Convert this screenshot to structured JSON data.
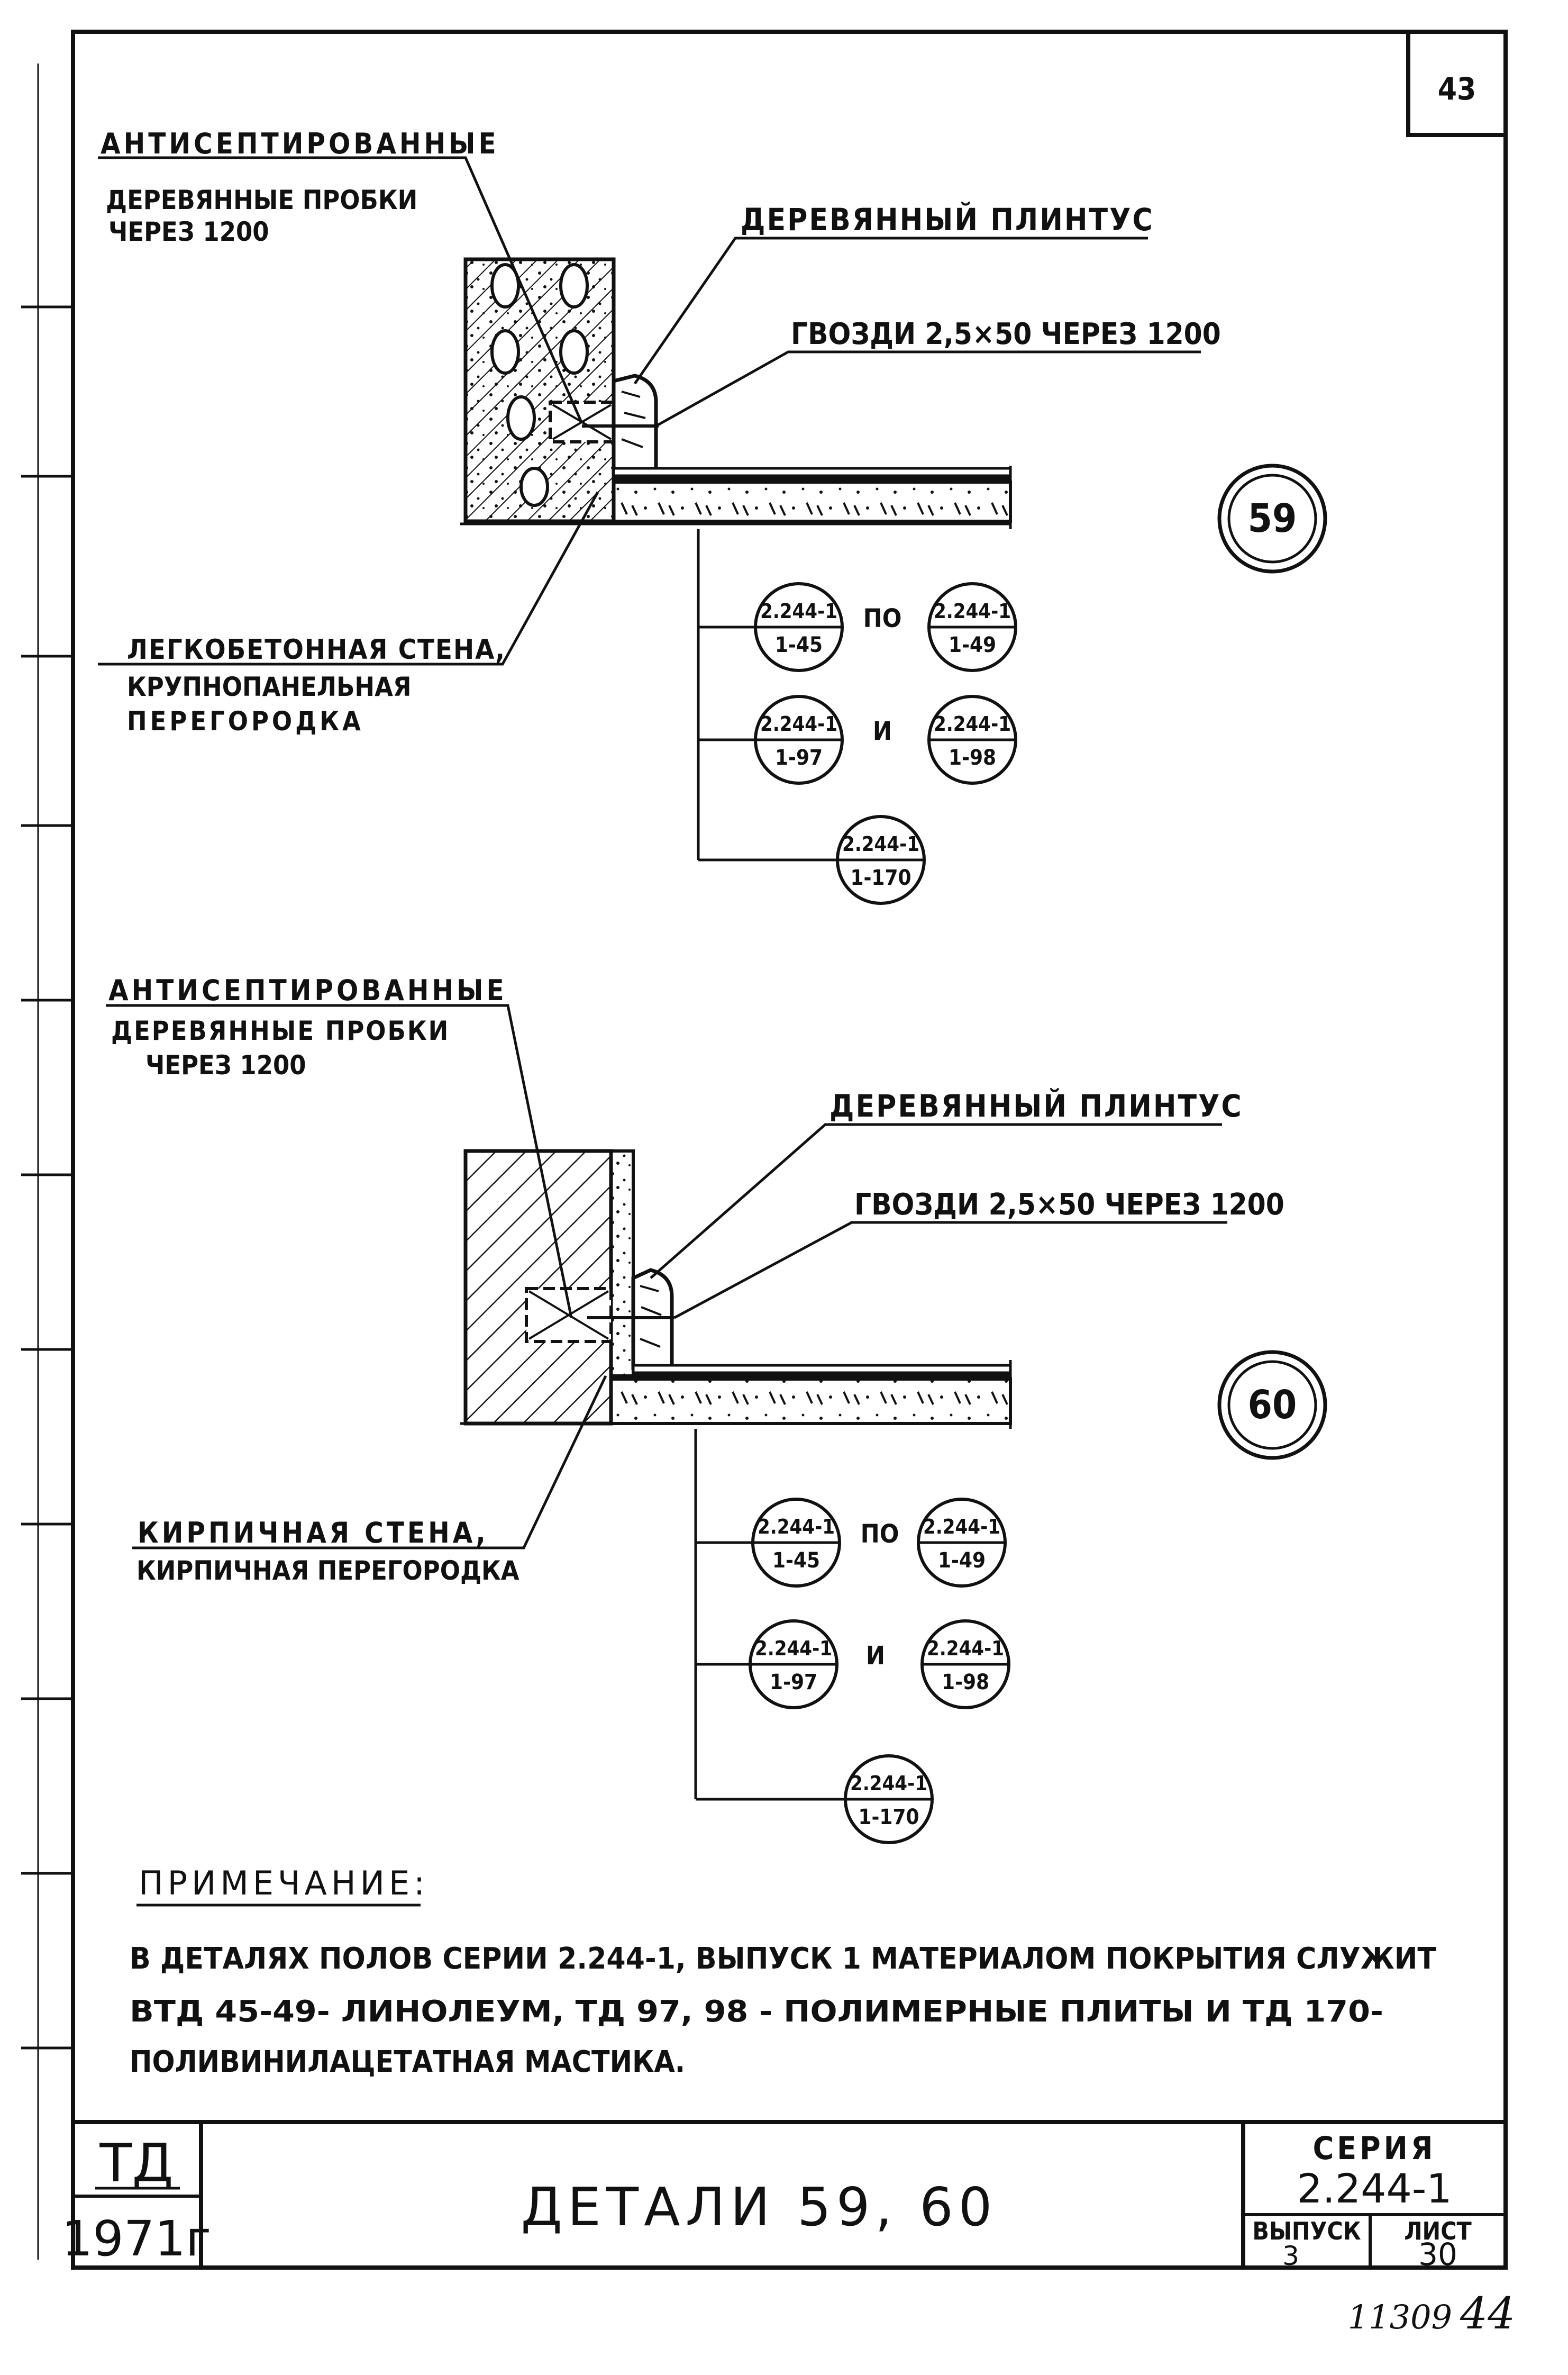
{
  "sheet_number": "43",
  "detail59": {
    "label_plugs_1": "АНТИСЕПТИРОВАННЫЕ",
    "label_plugs_2": "ДЕРЕВЯННЫЕ ПРОБКИ",
    "label_plugs_3": "ЧЕРЕЗ 1200",
    "label_plinth": "ДЕРЕВЯННЫЙ ПЛИНТУС",
    "label_nails": "ГВОЗДИ 2,5×50 ЧЕРЕЗ 1200",
    "label_wall_1": "ЛЕГКОБЕТОННАЯ СТЕНА,",
    "label_wall_2": "КРУПНОПАНЕЛЬНАЯ",
    "label_wall_3": "ПЕРЕГОРОДКА",
    "detail_number": "59",
    "refs": [
      {
        "top": "2.244-1",
        "bottom": "1-45"
      },
      {
        "top": "2.244-1",
        "bottom": "1-49"
      },
      {
        "top": "2.244-1",
        "bottom": "1-97"
      },
      {
        "top": "2.244-1",
        "bottom": "1-98"
      },
      {
        "top": "2.244-1",
        "bottom": "1-170"
      }
    ],
    "conj_po": "ПО",
    "conj_i": "И"
  },
  "detail60": {
    "label_plugs_1": "АНТИСЕПТИРОВАННЫЕ",
    "label_plugs_2": "ДЕРЕВЯННЫЕ ПРОБКИ",
    "label_plugs_3": "ЧЕРЕЗ 1200",
    "label_plinth": "ДЕРЕВЯННЫЙ ПЛИНТУС",
    "label_nails": "ГВОЗДИ 2,5×50 ЧЕРЕЗ 1200",
    "label_wall_1": "КИРПИЧНАЯ СТЕНА,",
    "label_wall_2": "КИРПИЧНАЯ ПЕРЕГОРОДКА",
    "detail_number": "60",
    "refs": [
      {
        "top": "2.244-1",
        "bottom": "1-45"
      },
      {
        "top": "2.244-1",
        "bottom": "1-49"
      },
      {
        "top": "2.244-1",
        "bottom": "1-97"
      },
      {
        "top": "2.244-1",
        "bottom": "1-98"
      },
      {
        "top": "2.244-1",
        "bottom": "1-170"
      }
    ],
    "conj_po": "ПО",
    "conj_i": "И"
  },
  "note": {
    "title": "ПРИМЕЧАНИЕ:",
    "line1": "В ДЕТАЛЯХ ПОЛОВ СЕРИИ 2.244-1, ВЫПУСК 1 МАТЕРИАЛОМ ПОКРЫТИЯ СЛУЖИТ",
    "line2": "ВТД 45-49- ЛИНОЛЕУМ, ТД 97, 98 - ПОЛИМЕРНЫЕ ПЛИТЫ И ТД 170-",
    "line3": "ПОЛИВИНИЛАЦЕТАТНАЯ МАСТИКА."
  },
  "title_block": {
    "code": "ТД",
    "year": "1971г",
    "title": "ДЕТАЛИ 59, 60",
    "series_label": "СЕРИЯ",
    "series_value": "2.244-1",
    "issue_label": "ВЫПУСК",
    "issue_value": "3",
    "sheet_label": "ЛИСТ",
    "sheet_value": "30"
  },
  "archive_number": "11309",
  "archive_suffix": "44"
}
